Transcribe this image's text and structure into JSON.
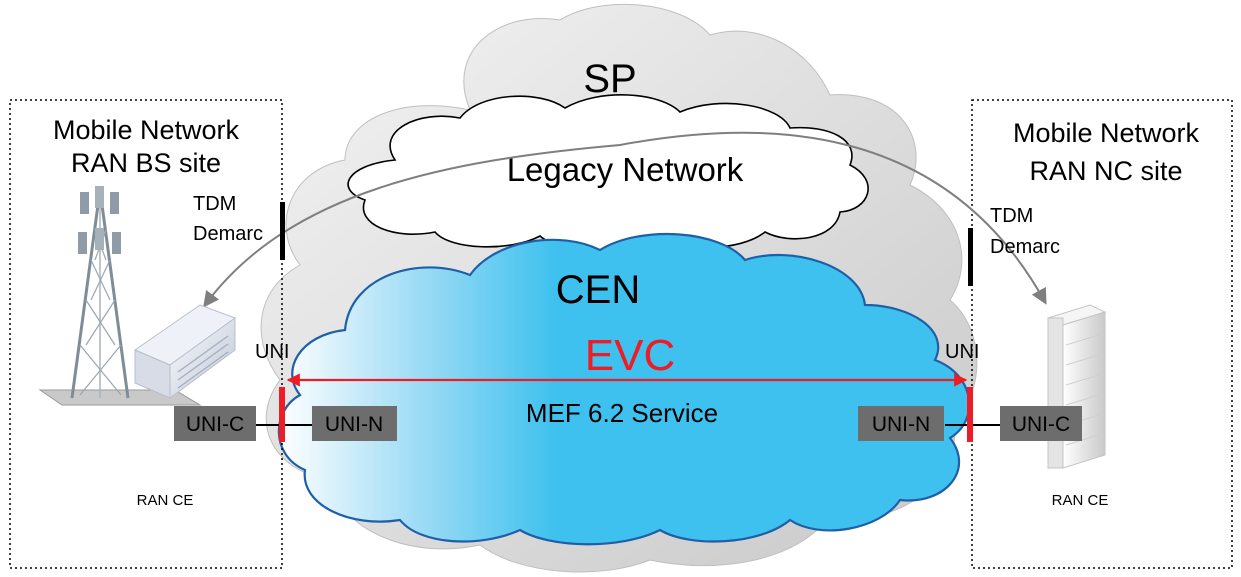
{
  "outer_cloud": {
    "label": "SP"
  },
  "legacy_cloud": {
    "label": "Legacy Network"
  },
  "cen_cloud": {
    "label": "CEN"
  },
  "evc": {
    "label": "EVC",
    "service": "MEF 6.2 Service",
    "color": "#ee1c24"
  },
  "left_site": {
    "title_line1": "Mobile Network",
    "title_line2": "RAN BS site",
    "tdm_line1": "TDM",
    "tdm_line2": "Demarc",
    "uni_label": "UNI",
    "uni_c": "UNI-C",
    "uni_n": "UNI-N",
    "ce_label": "RAN CE",
    "tower_icon": "cell-tower-icon",
    "device_icon": "base-station-equipment-icon"
  },
  "right_site": {
    "title_line1": "Mobile Network",
    "title_line2": "RAN NC site",
    "tdm_line1": "TDM",
    "tdm_line2": "Demarc",
    "uni_label": "UNI",
    "uni_c": "UNI-C",
    "uni_n": "UNI-N",
    "ce_label": "RAN CE",
    "device_icon": "server-rack-icon"
  },
  "colors": {
    "cen_fill": "#3ec1ee",
    "cen_stroke": "#1f5fa8",
    "sp_fill": "#d9d9d9",
    "uni_box": "#6d6d6d",
    "uni_marker": "#ee1c24"
  }
}
